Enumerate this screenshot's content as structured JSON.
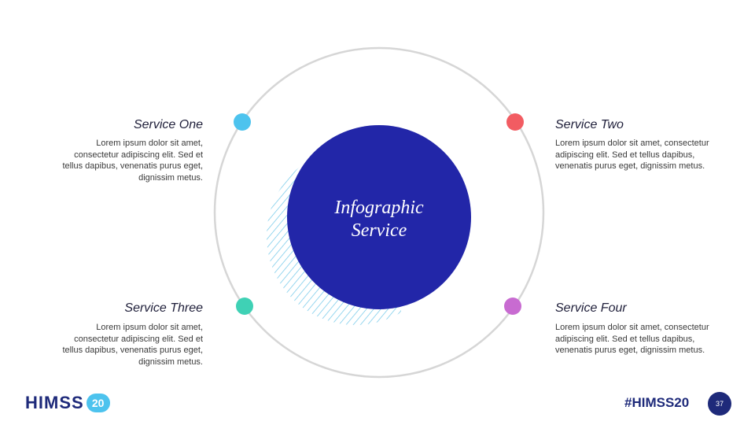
{
  "center": {
    "title_line1": "Infographic",
    "title_line2": "Service"
  },
  "services": [
    {
      "title": "Service One",
      "description": "Lorem ipsum dolor sit amet, consectetur adipiscing elit. Sed et tellus dapibus, venenatis purus eget, dignissim metus.",
      "color": "#4dc3ee"
    },
    {
      "title": "Service Two",
      "description": "Lorem ipsum dolor sit amet, consectetur adipiscing elit. Sed et tellus dapibus, venenatis purus eget, dignissim metus.",
      "color": "#f25c62"
    },
    {
      "title": "Service Three",
      "description": "Lorem ipsum dolor sit amet, consectetur adipiscing elit. Sed et tellus dapibus, venenatis purus eget, dignissim metus.",
      "color": "#3fd1b5"
    },
    {
      "title": "Service Four",
      "description": "Lorem ipsum dolor sit amet, consectetur adipiscing elit. Sed et tellus dapibus, venenatis purus eget, dignissim metus.",
      "color": "#c86bd1"
    }
  ],
  "colors": {
    "center_fill": "#2226a8",
    "ring": "#d6d6d6",
    "hatch": "#6cc6e8",
    "brand": "#1e2a7a",
    "badge": "#4dc3ee"
  },
  "footer": {
    "logo_text": "HIMSS",
    "logo_badge": "20",
    "hashtag": "#HIMSS20",
    "page_number": "37"
  }
}
